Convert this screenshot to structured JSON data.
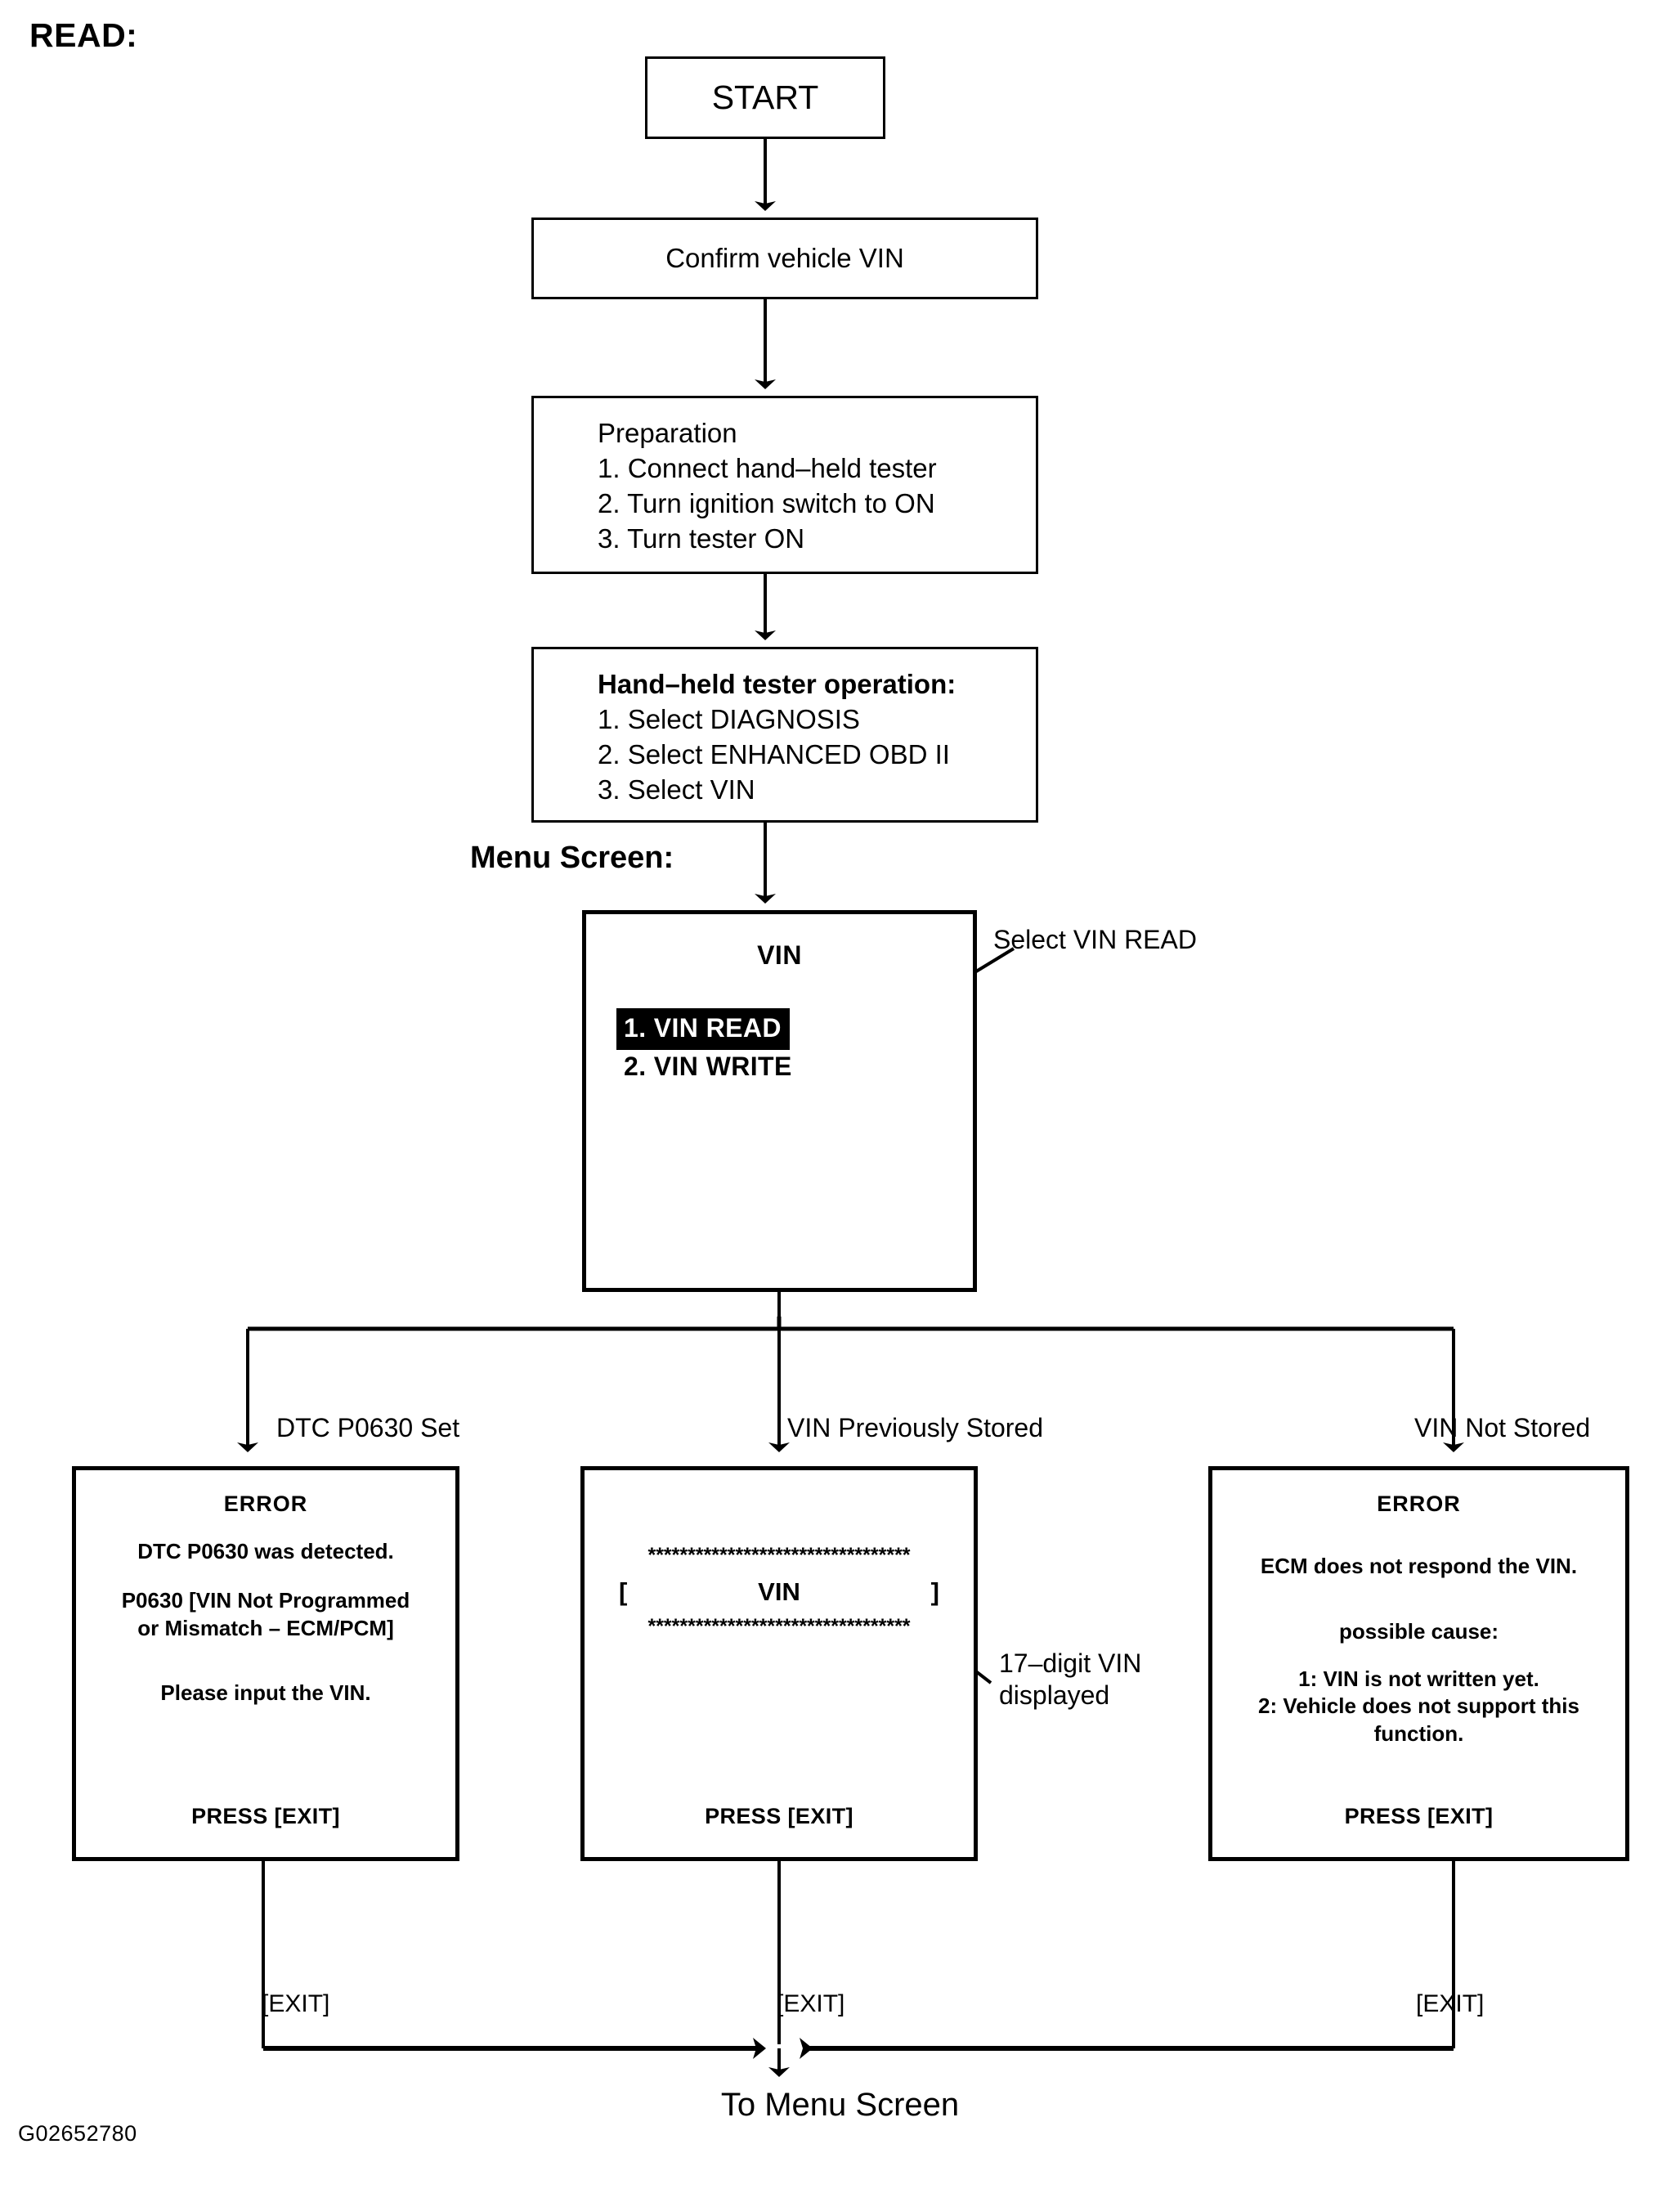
{
  "header": {
    "read_label": "READ:"
  },
  "figure_id": "G02652780",
  "flow": {
    "start": "START",
    "confirm": "Confirm vehicle VIN",
    "preparation": {
      "title": "Preparation",
      "steps": [
        "1. Connect hand–held tester",
        "2. Turn ignition switch to ON",
        "3. Turn tester ON"
      ]
    },
    "tester_operation": {
      "title": "Hand–held tester operation:",
      "steps": [
        "1. Select DIAGNOSIS",
        "2. Select ENHANCED OBD II",
        "3. Select VIN"
      ]
    }
  },
  "menu_screen": {
    "section_label": "Menu Screen:",
    "title": "VIN",
    "items": [
      {
        "label": "1. VIN READ",
        "selected": true
      },
      {
        "label": "2. VIN WRITE",
        "selected": false
      }
    ],
    "callout": "Select VIN READ"
  },
  "branches": [
    {
      "label": "DTC P0630 Set"
    },
    {
      "label": "VIN Previously Stored"
    },
    {
      "label": "VIN Not Stored"
    }
  ],
  "results": {
    "dtc_set": {
      "title": "ERROR",
      "line1": "DTC P0630 was detected.",
      "line2a": "P0630  [VIN Not Programmed",
      "line2b": "or Mismatch – ECM/PCM]",
      "line3": "Please input the VIN.",
      "press": "PRESS [EXIT]"
    },
    "previously_stored": {
      "stars_top": "*********************************",
      "bracket_open": "[",
      "vin_text": "VIN",
      "bracket_close": "]",
      "stars_bottom": "*********************************",
      "press": "PRESS [EXIT]",
      "callout_line1": "17–digit VIN",
      "callout_line2": "displayed"
    },
    "not_stored": {
      "title": "ERROR",
      "line1": "ECM does not respond the VIN.",
      "cause_header": "possible cause:",
      "cause1": "1: VIN is not written yet.",
      "cause2a": "2: Vehicle does not support this",
      "cause2b": "function.",
      "press": "PRESS [EXIT]"
    }
  },
  "exits": {
    "labels": [
      "[EXIT]",
      "[EXIT]",
      "[EXIT]"
    ],
    "destination": "To Menu Screen"
  },
  "colors": {
    "ink": "#000000",
    "paper": "#ffffff"
  }
}
